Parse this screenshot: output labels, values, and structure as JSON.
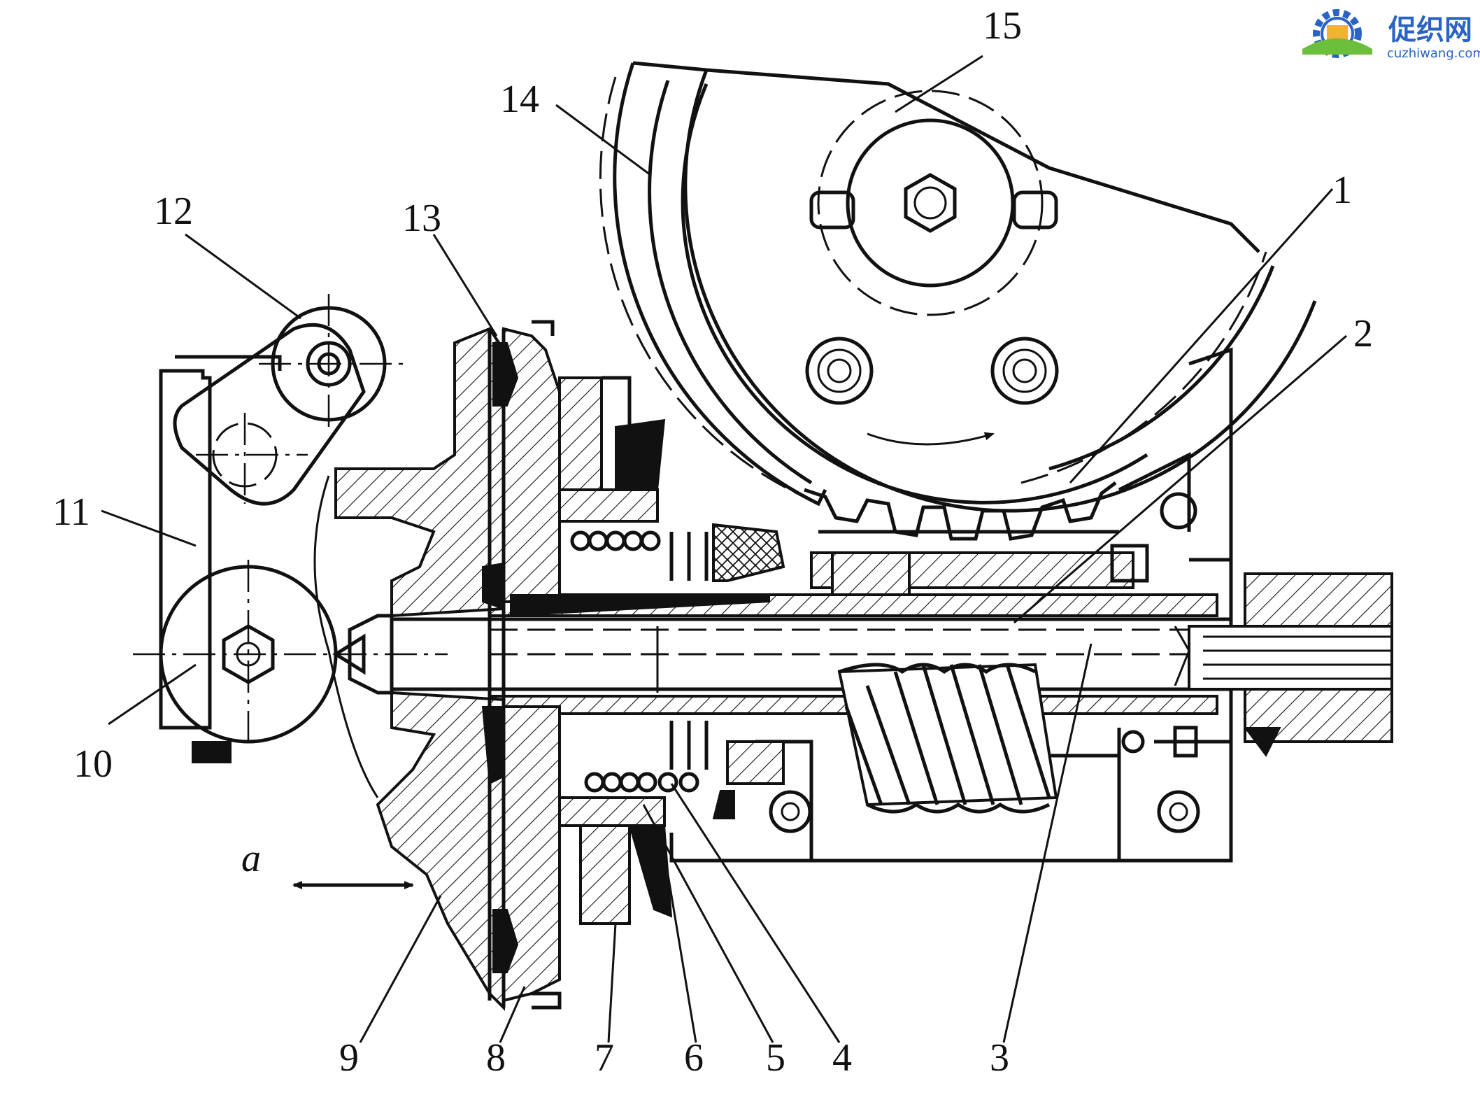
{
  "logo": {
    "title": "促织网",
    "subtitle": "cuzhiwang.com",
    "colors": {
      "gear": "#2a63c4",
      "field": "#f2b233",
      "leaf": "#6cbf3a"
    }
  },
  "callouts": [
    {
      "id": "1",
      "text": "1"
    },
    {
      "id": "2",
      "text": "2"
    },
    {
      "id": "3",
      "text": "3"
    },
    {
      "id": "4",
      "text": "4"
    },
    {
      "id": "5",
      "text": "5"
    },
    {
      "id": "6",
      "text": "6"
    },
    {
      "id": "7",
      "text": "7"
    },
    {
      "id": "8",
      "text": "8"
    },
    {
      "id": "9",
      "text": "9"
    },
    {
      "id": "10",
      "text": "10"
    },
    {
      "id": "11",
      "text": "11"
    },
    {
      "id": "12",
      "text": "12"
    },
    {
      "id": "13",
      "text": "13"
    },
    {
      "id": "14",
      "text": "14"
    },
    {
      "id": "15",
      "text": "15"
    }
  ],
  "motion_label": "a",
  "ink_color": "#111111"
}
